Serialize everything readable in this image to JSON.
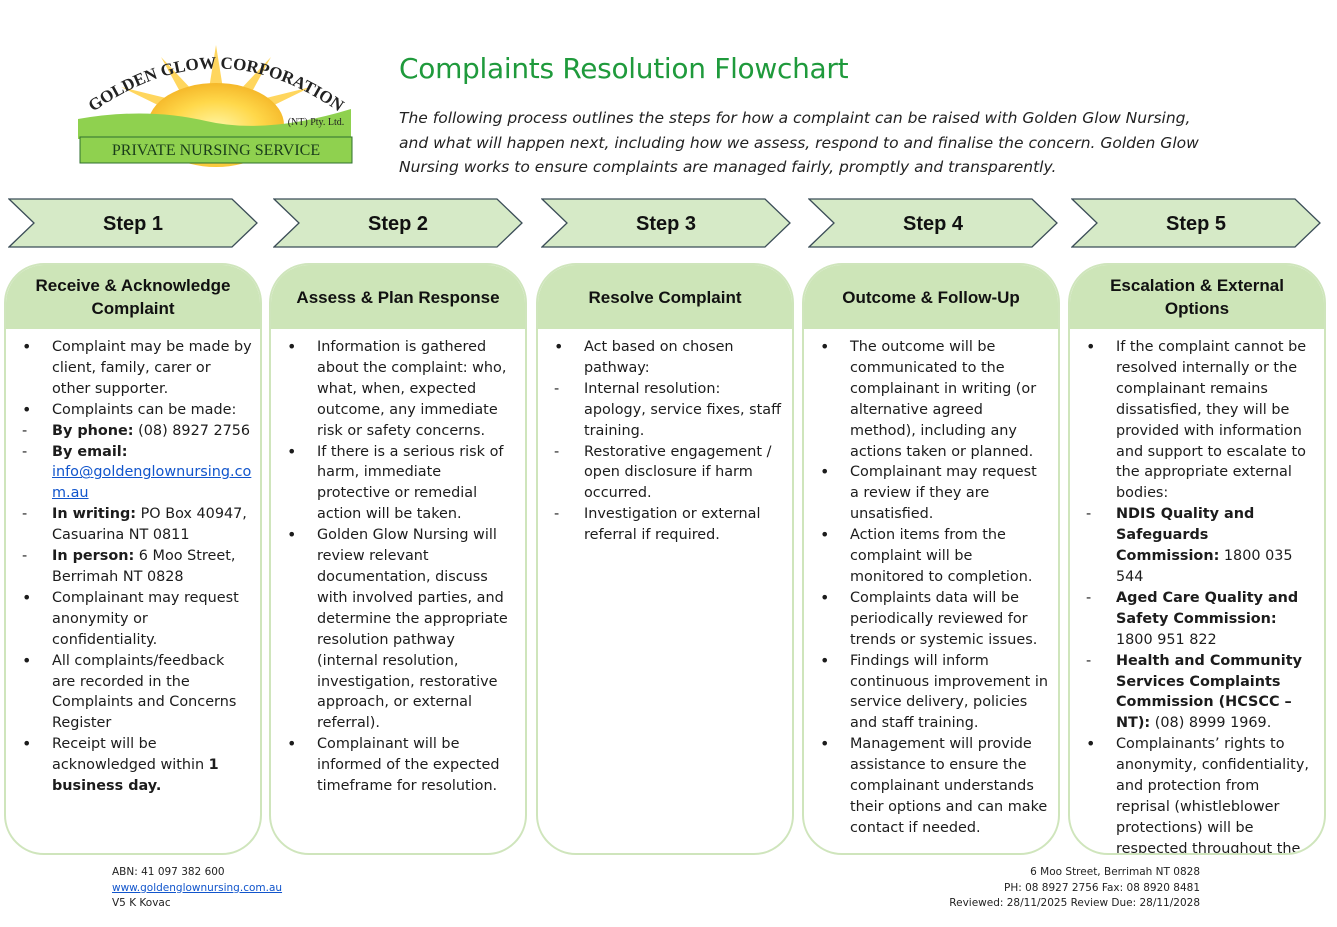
{
  "logo": {
    "line1": "GOLDEN GLOW CORPORATION",
    "sub": "(NT) Pty. Ltd.",
    "banner": "PRIVATE NURSING SERVICE"
  },
  "title": "Complaints Resolution Flowchart",
  "intro": "The following process outlines the steps for how a complaint can be raised with Golden Glow Nursing, and what will happen next, including how we assess, respond to and finalise the concern. Golden Glow Nursing works to ensure complaints are managed fairly, promptly and transparently.",
  "colors": {
    "title": "#1f9a3c",
    "arrow_fill": "#d6eac7",
    "card_head": "#cde5b8",
    "link": "#1155cc"
  },
  "steps": [
    {
      "label": "Step 1",
      "heading": "Receive & Acknowledge Complaint",
      "items": [
        {
          "m": "b",
          "t": "Complaint may be made by client, family, carer or other supporter."
        },
        {
          "m": "b",
          "t": "Complaints can be made:"
        },
        {
          "m": "d",
          "b": "By phone:",
          "t": " (08) 8927 2756"
        },
        {
          "m": "d",
          "b": "By email:",
          "link": "info@goldenglownursing.com.au"
        },
        {
          "m": "d",
          "b": "In writing:",
          "t": " PO Box 40947, Casuarina NT 0811"
        },
        {
          "m": "d",
          "b": "In person:",
          "t": " 6 Moo Street, Berrimah NT 0828"
        },
        {
          "m": "b",
          "t": "Complainant may request anonymity or confidentiality."
        },
        {
          "m": "b",
          "t": "All complaints/feedback are recorded in the Complaints and Concerns Register"
        },
        {
          "m": "b",
          "t": "Receipt will be acknowledged within ",
          "b2": "1 business day."
        }
      ]
    },
    {
      "label": "Step 2",
      "heading": "Assess & Plan Response",
      "items": [
        {
          "m": "b",
          "t": "Information is gathered about the complaint: who, what, when, expected outcome, any immediate risk or safety concerns."
        },
        {
          "m": "b",
          "t": "If there is a serious risk of harm, immediate protective or remedial action will be taken."
        },
        {
          "m": "b",
          "t": "Golden Glow Nursing will review relevant documentation, discuss with involved parties, and determine the appropriate resolution pathway (internal resolution, investigation, restorative approach, or external referral)."
        },
        {
          "m": "b",
          "t": "Complainant will be informed of the expected timeframe for resolution."
        }
      ]
    },
    {
      "label": "Step 3",
      "heading": "Resolve Complaint",
      "items": [
        {
          "m": "b",
          "t": "Act based on chosen pathway:"
        },
        {
          "m": "d",
          "t": "Internal resolution: apology, service fixes, staff training."
        },
        {
          "m": "d",
          "t": "Restorative engagement / open disclosure if harm occurred."
        },
        {
          "m": "d",
          "t": "Investigation or external referral if required."
        }
      ]
    },
    {
      "label": "Step 4",
      "heading": "Outcome & Follow-Up",
      "items": [
        {
          "m": "b",
          "t": "The outcome will be communicated to the complainant in writing (or alternative agreed method), including any actions taken or planned."
        },
        {
          "m": "b",
          "t": "Complainant may request a review if they are unsatisfied."
        },
        {
          "m": "b",
          "t": "Action items from the complaint will be monitored to completion."
        },
        {
          "m": "b",
          "t": "Complaints data will be periodically reviewed for trends or systemic issues."
        },
        {
          "m": "b",
          "t": "Findings will inform continuous improvement in service delivery, policies and staff training."
        },
        {
          "m": "b",
          "t": "Management will provide assistance to ensure the complainant understands their options and can make contact if needed."
        }
      ]
    },
    {
      "label": "Step 5",
      "heading": "Escalation & External Options",
      "items": [
        {
          "m": "b",
          "t": "If the complaint cannot be resolved internally or the complainant remains dissatisfied, they will be provided with information and support to escalate to the appropriate external bodies:"
        },
        {
          "m": "d",
          "b": "NDIS Quality and Safeguards Commission:",
          "t": " 1800 035 544"
        },
        {
          "m": "d",
          "b": "Aged Care Quality and Safety Commission:",
          "t": " 1800 951 822"
        },
        {
          "m": "d",
          "b": "Health and Community Services Complaints Commission (HCSCC – NT):",
          "t": " (08) 8999 1969."
        },
        {
          "m": "b",
          "t": "Complainants’ rights to anonymity, confidentiality, and protection from reprisal (whistleblower protections) will be respected throughout the process."
        }
      ]
    }
  ],
  "footer": {
    "abn": "ABN: 41 097 382 600",
    "website": "www.goldenglownursing.com.au",
    "version": "V5 K Kovac",
    "address": "6 Moo Street, Berrimah NT 0828",
    "phone": "PH: 08 8927 2756  Fax: 08 8920 8481",
    "review": "Reviewed: 28/11/2025  Review Due: 28/11/2028"
  }
}
